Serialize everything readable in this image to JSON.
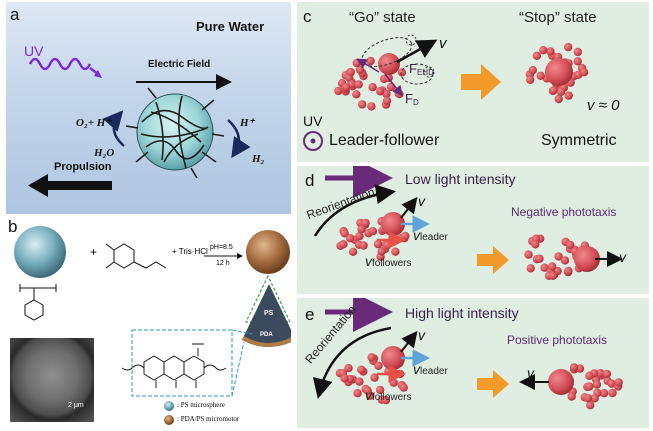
{
  "panel_a": {
    "letter": "a",
    "title": "Pure Water",
    "uv": "UV",
    "field": "Electric Field",
    "reaction_left_top": "O₂+ H⁺",
    "reaction_left_bottom": "H₂O",
    "reaction_right_top": "H⁺",
    "reaction_right_bottom": "H₂",
    "propulsion": "Propulsion"
  },
  "panel_b": {
    "letter": "b",
    "plus1": "+",
    "plus2": "+ Tris·HCl",
    "ph": "pH=8.5",
    "time": "12 h",
    "ps": "PS",
    "pda": "PDA",
    "scale": "2 μm",
    "legend_ps": ": PS microsphere",
    "legend_pda": ": PDA/PS micromotor"
  },
  "panel_c": {
    "letter": "c",
    "go": "“Go” state",
    "stop": "“Stop” state",
    "v": "v",
    "f_ehd": "F",
    "f_ehd_sub": "EHD",
    "f_d": "F",
    "f_d_sub": "D",
    "v_zero": "v ≈ 0",
    "uv": "UV",
    "leader_follower": "Leader-follower",
    "symmetric": "Symmetric"
  },
  "panel_d": {
    "letter": "d",
    "intensity": "Low light intensity",
    "reorientation": "Reorientation",
    "v": "v",
    "v_leader": "v",
    "leader_sub": "leader",
    "v_followers": "v",
    "followers_sub": "followers",
    "phototaxis": "Negative phototaxis",
    "v_out": "v"
  },
  "panel_e": {
    "letter": "e",
    "intensity": "High light intensity",
    "reorientation": "Reorientation",
    "v": "v",
    "v_leader": "v",
    "leader_sub": "leader",
    "v_followers": "v",
    "followers_sub": "followers",
    "phototaxis": "Positive phototaxis",
    "v_out": "v"
  },
  "colors": {
    "panel_green": "#dfeee1",
    "sphere_red": "#d5525a",
    "purple": "#6a2a7a",
    "orange": "#f39a2a",
    "blue_arrow": "#5fa3d8",
    "red_arrow": "#e8514a"
  }
}
